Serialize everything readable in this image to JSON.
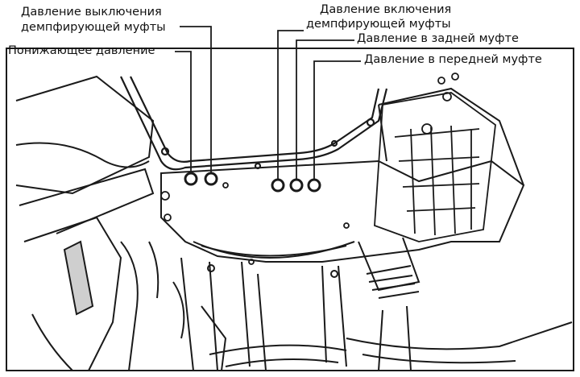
{
  "labels": {
    "damper_off_line1": "Давление выключения",
    "damper_off_line2": "демпфирующей муфты",
    "reducing_pressure": "Понижающее давление",
    "damper_on_line1": "Давление включения",
    "damper_on_line2": "демпфирующей муфты",
    "rear_clutch": "Давление в задней муфте",
    "front_clutch": "Давление в передней муфте"
  },
  "colors": {
    "line": "#1a1a1a",
    "background": "#ffffff",
    "shade": "#bdbdbd"
  }
}
